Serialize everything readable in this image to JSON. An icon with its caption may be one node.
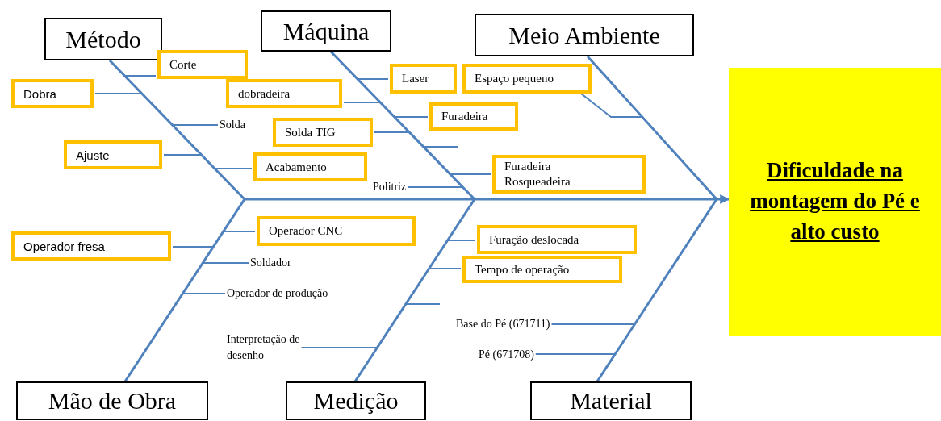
{
  "diagram": {
    "nodes": [
      {
        "text": [
          "Método"
        ]
      },
      {
        "text": [
          "Máquina"
        ]
      },
      {
        "text": [
          "Meio Ambiente"
        ]
      },
      {
        "text": [
          "Mão de Obra"
        ]
      },
      {
        "text": [
          "Medição"
        ]
      },
      {
        "text": [
          "Material"
        ]
      },
      {
        "text": [
          "Dificuldade na montagem do Pé e alto custo"
        ]
      },
      {
        "text": [
          "Corte"
        ]
      },
      {
        "text": [
          "Dobra"
        ]
      },
      {
        "text": [
          "dobradeira"
        ]
      },
      {
        "text": [
          "Solda"
        ]
      },
      {
        "text": [
          "Ajuste"
        ]
      },
      {
        "text": [
          "Acabamento"
        ]
      },
      {
        "text": [
          "Laser"
        ]
      },
      {
        "text": [
          "Espaço pequeno"
        ]
      },
      {
        "text": [
          "Furadeira"
        ]
      },
      {
        "text": [
          "Solda TIG"
        ]
      },
      {
        "text": [
          "Furadeira Rosqueadeira"
        ]
      },
      {
        "text": [
          "Politriz"
        ]
      },
      {
        "text": [
          "Operador fresa"
        ]
      },
      {
        "text": [
          "Operador CNC"
        ]
      },
      {
        "text": [
          "Soldador"
        ]
      },
      {
        "text": [
          "Operador de produção"
        ]
      },
      {
        "text": [
          "Interpretação de desenho"
        ]
      },
      {
        "text": [
          "Furação deslocada"
        ]
      },
      {
        "text": [
          "Tempo de operação"
        ]
      },
      {
        "text": [
          "Base do Pé (671711)"
        ]
      },
      {
        "text": [
          "Pé (671708)"
        ]
      }
    ],
    "edges": [
      {
        "from": null,
        "to": 6,
        "arrow": "to"
      },
      {
        "from": 0,
        "to": null,
        "arrow": "none"
      },
      {
        "from": 1,
        "to": null,
        "arrow": "none"
      },
      {
        "from": 2,
        "to": null,
        "arrow": "none"
      },
      {
        "from": 3,
        "to": null,
        "arrow": "none"
      },
      {
        "from": 4,
        "to": null,
        "arrow": "none"
      },
      {
        "from": 5,
        "to": null,
        "arrow": "none"
      },
      {
        "from": 7,
        "to": null,
        "arrow": "none"
      },
      {
        "from": 8,
        "to": null,
        "arrow": "none"
      },
      {
        "from": 9,
        "to": null,
        "arrow": "none"
      },
      {
        "from": 10,
        "to": null,
        "arrow": "none"
      },
      {
        "from": 11,
        "to": null,
        "arrow": "none"
      },
      {
        "from": 12,
        "to": null,
        "arrow": "none"
      },
      {
        "from": 13,
        "to": null,
        "arrow": "none"
      },
      {
        "from": 14,
        "to": null,
        "arrow": "none"
      },
      {
        "from": 15,
        "to": null,
        "arrow": "none"
      },
      {
        "from": 16,
        "to": null,
        "arrow": "none"
      },
      {
        "from": 17,
        "to": null,
        "arrow": "none"
      },
      {
        "from": 18,
        "to": null,
        "arrow": "none"
      },
      {
        "from": 19,
        "to": null,
        "arrow": "none"
      },
      {
        "from": 20,
        "to": null,
        "arrow": "none"
      },
      {
        "from": 21,
        "to": null,
        "arrow": "none"
      },
      {
        "from": 22,
        "to": null,
        "arrow": "none"
      },
      {
        "from": 23,
        "to": null,
        "arrow": "none"
      },
      {
        "from": 24,
        "to": null,
        "arrow": "none"
      },
      {
        "from": 25,
        "to": null,
        "arrow": "none"
      },
      {
        "from": 26,
        "to": null,
        "arrow": "none"
      },
      {
        "from": 27,
        "to": null,
        "arrow": "none"
      }
    ]
  }
}
